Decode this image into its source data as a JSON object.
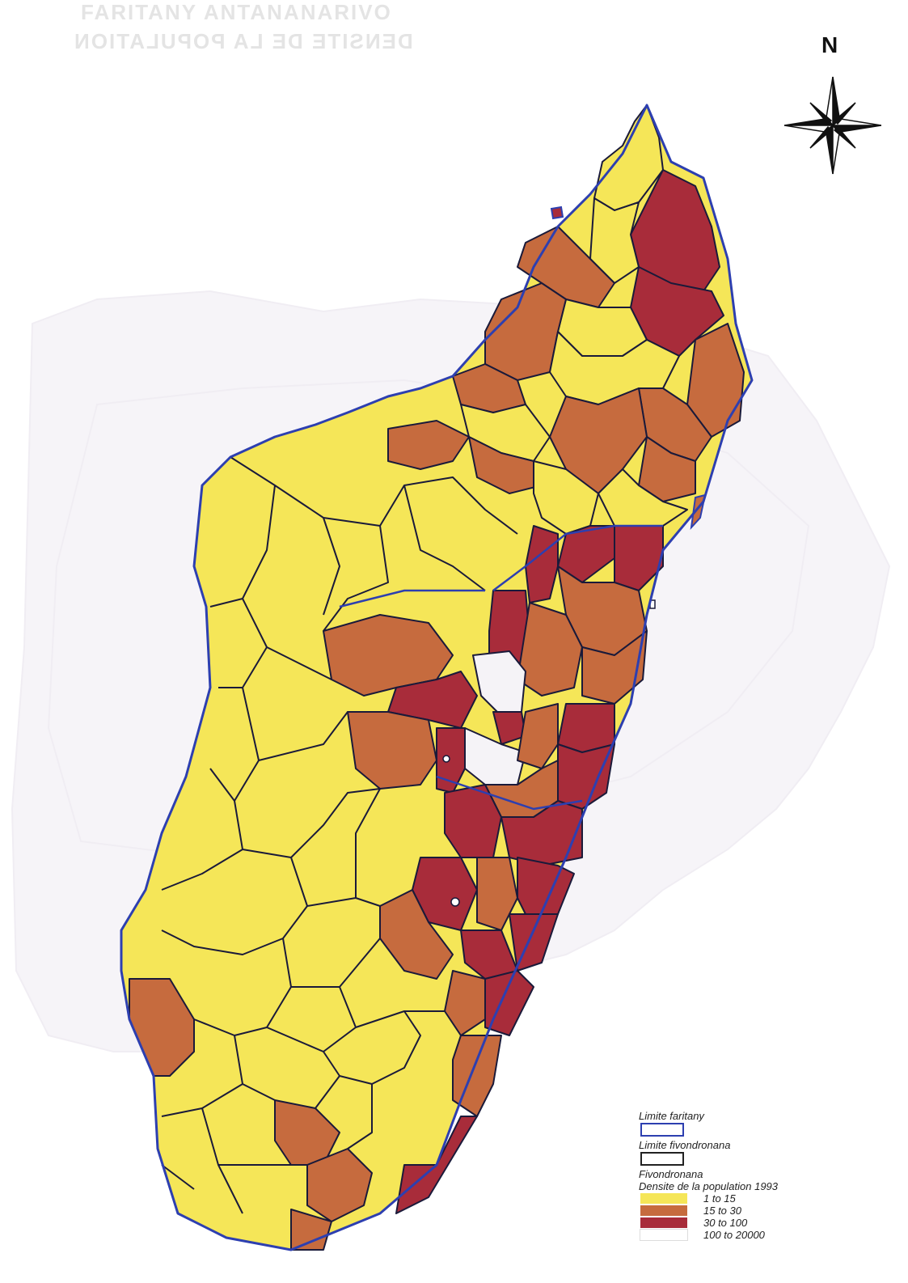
{
  "header": {
    "title_line1": "FARITANY ANTANANARIVO",
    "title_line2": "DENSITE DE LA POPULATION"
  },
  "compass": {
    "label": "N",
    "icon": "compass-rose-icon"
  },
  "legend": {
    "province_boundary_label": "Limite faritany",
    "district_boundary_label": "Limite fivondronana",
    "layer_name": "Fivondronana",
    "density_title": "Densite de la population 1993",
    "classes": [
      {
        "label": "1  to  15",
        "color": "#f5e658"
      },
      {
        "label": "15  to  30",
        "color": "#c66b3e"
      },
      {
        "label": "30  to  100",
        "color": "#a82c3a"
      },
      {
        "label": "100  to  20000",
        "color": "#ffffff"
      }
    ],
    "province_boundary_color": "#2d3fb0",
    "district_boundary_color": "#1a1a3a"
  }
}
